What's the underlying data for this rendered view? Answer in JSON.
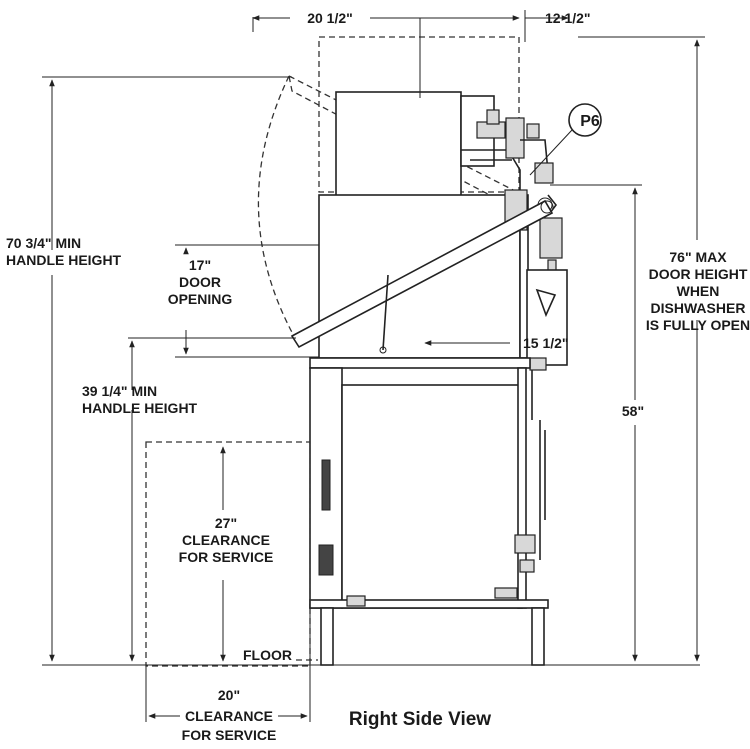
{
  "diagram": {
    "title": "Right Side View",
    "callout": "P6",
    "dimensions": {
      "top_width": "20 1/2\"",
      "top_right": "12 1/2\"",
      "left_height": [
        "70 3/4\" MIN",
        "HANDLE HEIGHT"
      ],
      "door_opening": [
        "17\"",
        "DOOR",
        "OPENING"
      ],
      "lower_handle": [
        "39 1/4\" MIN",
        "HANDLE HEIGHT"
      ],
      "depth": "15 1/2\"",
      "max_height": [
        "76\" MAX",
        "DOOR HEIGHT",
        "WHEN",
        "DISHWASHER",
        "IS FULLY OPEN"
      ],
      "body_height": "58\"",
      "vertical_clearance": [
        "27\"",
        "CLEARANCE",
        "FOR SERVICE"
      ],
      "floor": "FLOOR",
      "horizontal_clearance": [
        "20\"",
        "CLEARANCE",
        "FOR SERVICE"
      ]
    }
  }
}
